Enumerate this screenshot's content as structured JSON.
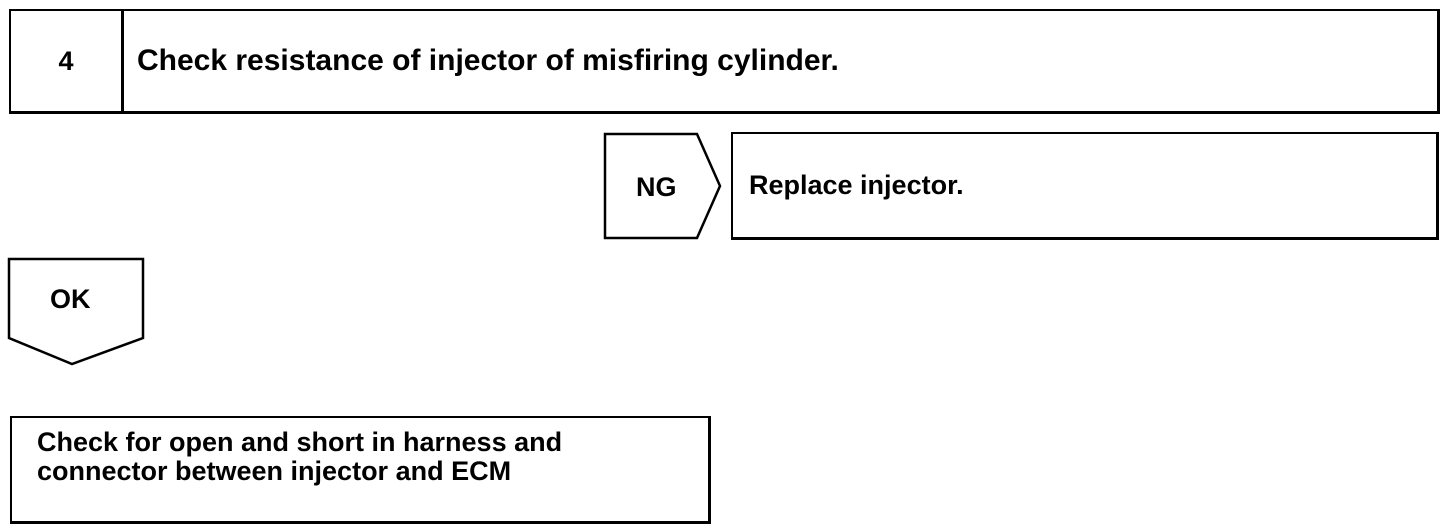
{
  "step": {
    "number": "4",
    "title": "Check resistance of injector of misfiring cylinder."
  },
  "ng_branch": {
    "label": "NG",
    "action": "Replace injector."
  },
  "ok_branch": {
    "label": "OK",
    "next_step": "Check for open and short in harness and connector between injector and ECM"
  }
}
